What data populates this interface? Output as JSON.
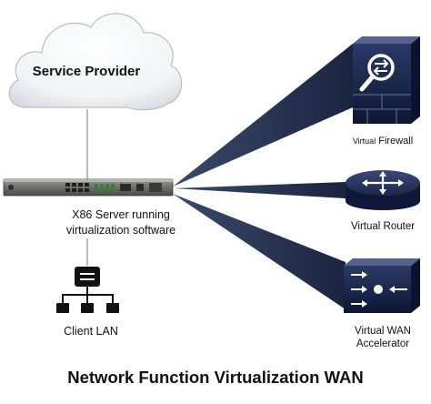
{
  "cloud": {
    "label": "Service Provider"
  },
  "server": {
    "line1": "X86 Server running",
    "line2": "virtualization software"
  },
  "client": {
    "label": "Client LAN"
  },
  "functions": {
    "firewall": {
      "prefix": "Virtual",
      "name": " Firewall"
    },
    "router": {
      "label": "Virtual Router"
    },
    "wan": {
      "line1": "Virtual WAN",
      "line2": "Accelerator"
    }
  },
  "title": "Network Function Virtualization WAN"
}
